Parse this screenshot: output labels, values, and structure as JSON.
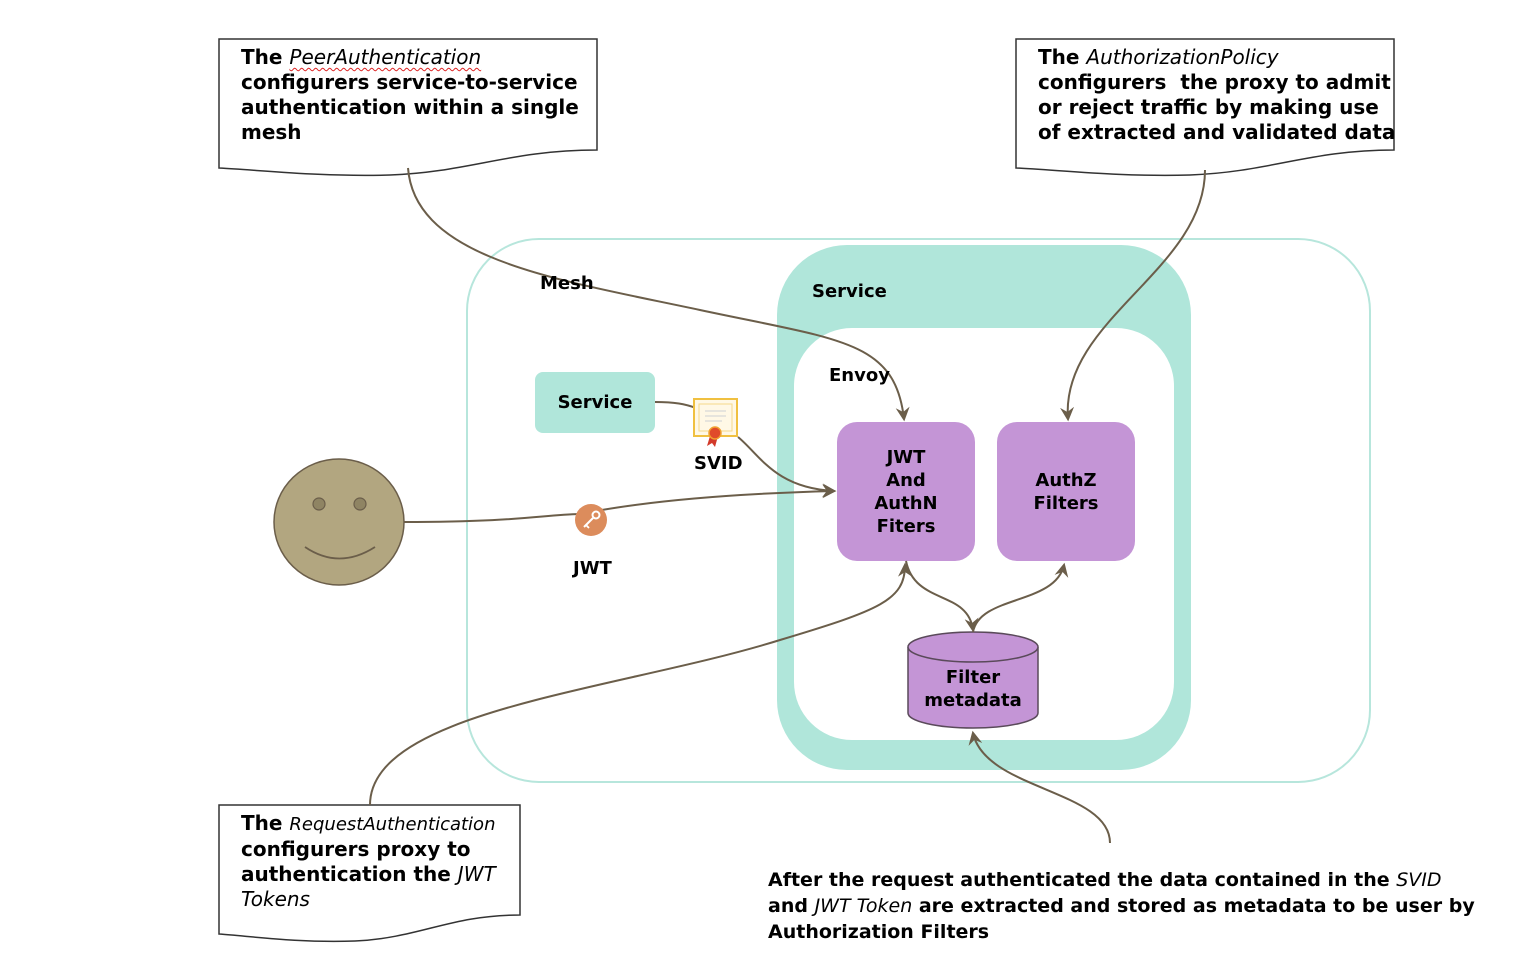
{
  "labels": {
    "mesh": "Mesh",
    "service_outer": "Service",
    "envoy": "Envoy",
    "service_small": "Service",
    "svid": "SVID",
    "jwt": "JWT"
  },
  "filters": {
    "authn_line1": "JWT",
    "authn_line2": "And",
    "authn_line3": "AuthN",
    "authn_line4": "Fiters",
    "authz_line1": "AuthZ",
    "authz_line2": "Filters",
    "metadata_line1": "Filter",
    "metadata_line2": "metadata"
  },
  "notes": {
    "peer": {
      "the": "The",
      "name": "PeerAuthentication",
      "line2": "configurers service-to-service",
      "line3": "authentication within a single",
      "line4": "mesh"
    },
    "authz": {
      "the": "The",
      "name": "AuthorizationPolicy",
      "line2": "configurers  the proxy to admit",
      "line3": "or reject traffic by making use",
      "line4": "of extracted and validated data"
    },
    "request": {
      "the": "The",
      "name": "RequestAuthentication",
      "line2": "configurers proxy to",
      "line3a": "authentication the ",
      "line3b": "JWT",
      "line4": "Tokens"
    },
    "after": {
      "part1": "After the request authenticated the data contained in the ",
      "svid": "SVID",
      "part2": "and ",
      "jwt_token": "JWT Token",
      "part3": " are extracted and stored as metadata to be user by",
      "part4": "Authorization Filters"
    }
  },
  "colors": {
    "mint": "#b0e6da",
    "mint_outline": "#b7e6dc",
    "purple": "#c495d6",
    "face": "#b2a680",
    "arrow": "#6b5e4a",
    "key": "#dc8c5c",
    "cert": "#f0c040"
  },
  "icons": {
    "user": "smiley-face-icon",
    "certificate": "certificate-icon",
    "key": "key-icon"
  }
}
